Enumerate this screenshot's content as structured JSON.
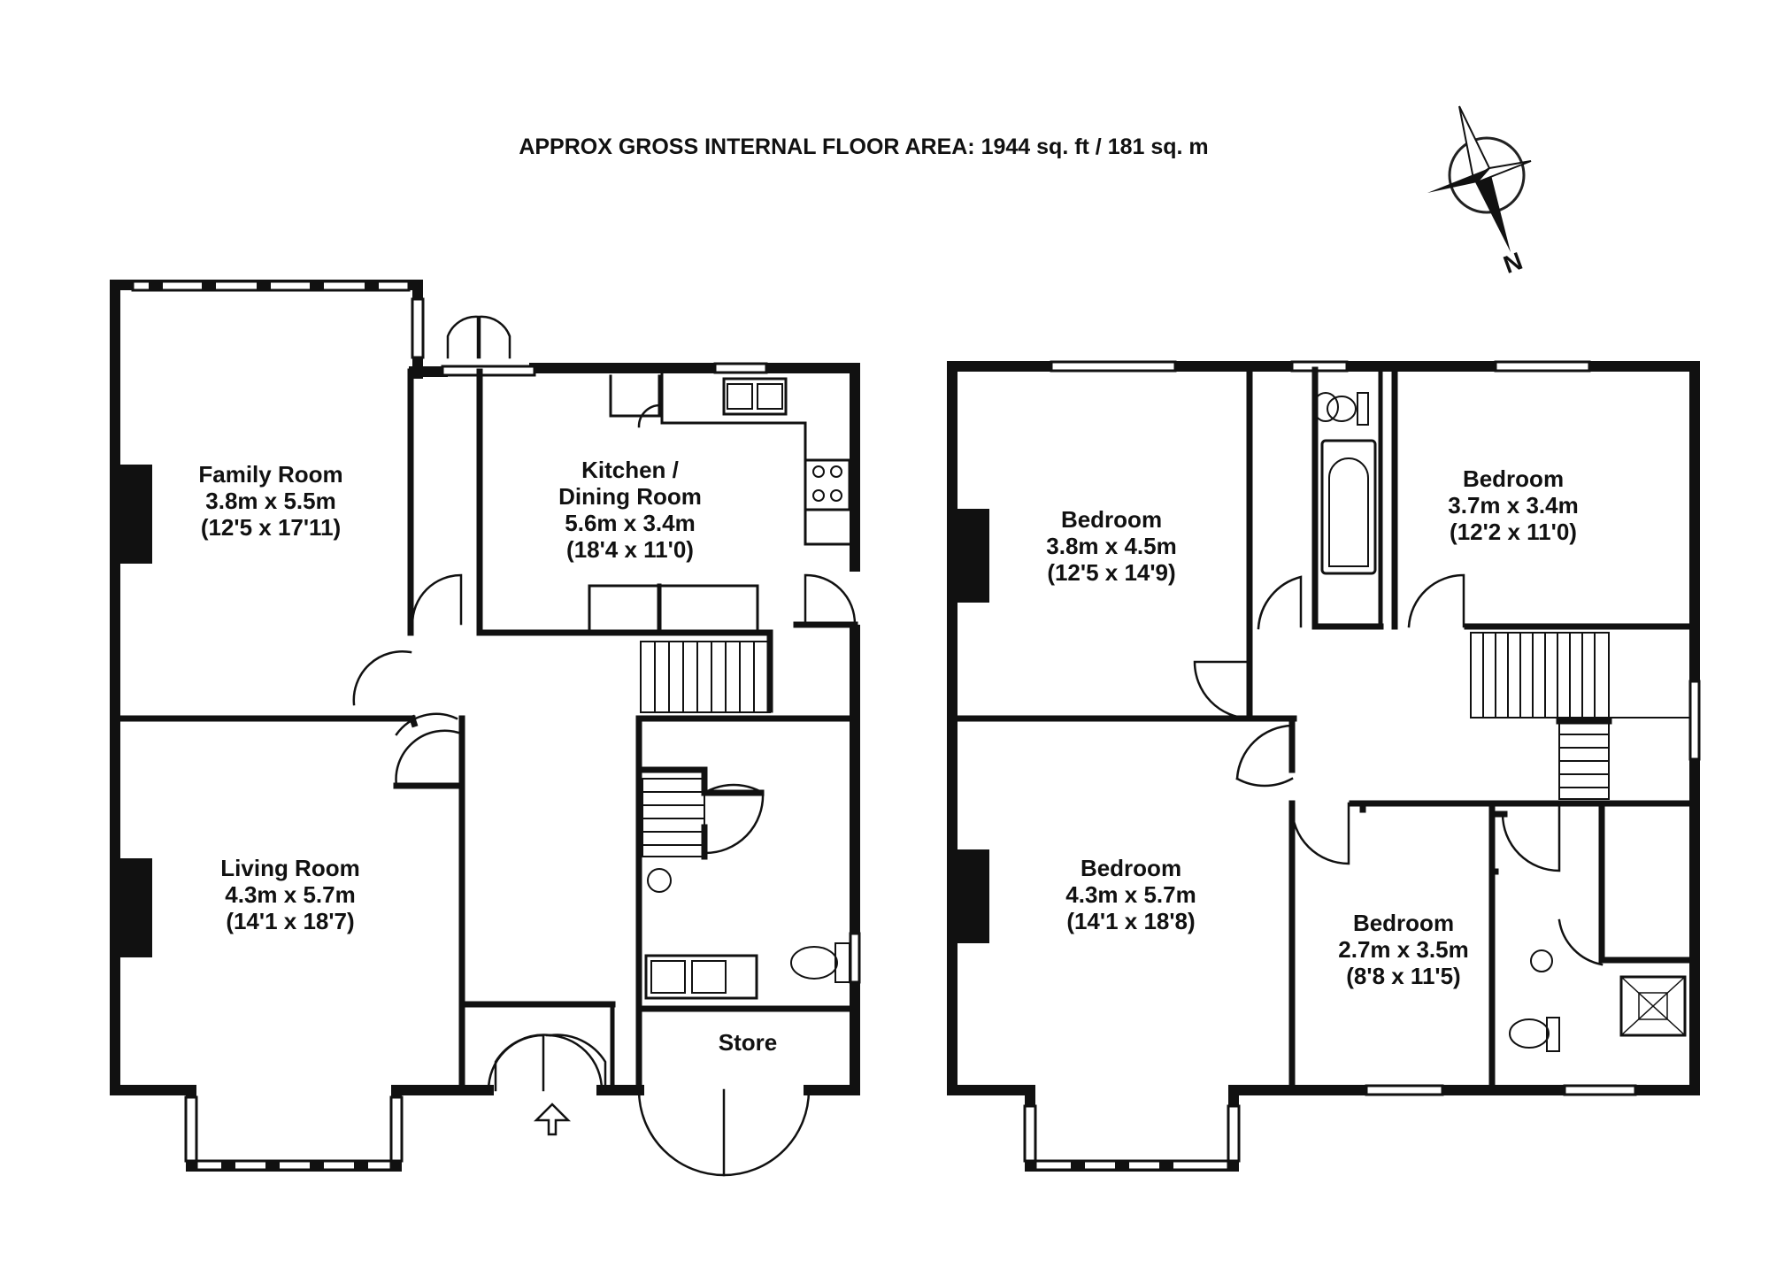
{
  "header": {
    "area_title": "APPROX GROSS INTERNAL FLOOR AREA:  1944 sq. ft / 181 sq. m",
    "compass_label": "N"
  },
  "ground_floor": {
    "family_room": {
      "name": "Family Room",
      "metric": "3.8m x 5.5m",
      "imperial": "(12'5 x 17'11)"
    },
    "kitchen": {
      "name_line1": "Kitchen /",
      "name_line2": "Dining Room",
      "metric": "5.6m x 3.4m",
      "imperial": "(18'4 x 11'0)"
    },
    "living_room": {
      "name": "Living Room",
      "metric": "4.3m x 5.7m",
      "imperial": "(14'1 x 18'7)"
    },
    "store": {
      "name": "Store"
    }
  },
  "first_floor": {
    "bedroom_1": {
      "name": "Bedroom",
      "metric": "3.8m x 4.5m",
      "imperial": "(12'5 x 14'9)"
    },
    "bedroom_2": {
      "name": "Bedroom",
      "metric": "3.7m x 3.4m",
      "imperial": "(12'2 x 11'0)"
    },
    "bedroom_3": {
      "name": "Bedroom",
      "metric": "4.3m x 5.7m",
      "imperial": "(14'1 x 18'8)"
    },
    "bedroom_4": {
      "name": "Bedroom",
      "metric": "2.7m x 3.5m",
      "imperial": "(8'8 x 11'5)"
    }
  }
}
